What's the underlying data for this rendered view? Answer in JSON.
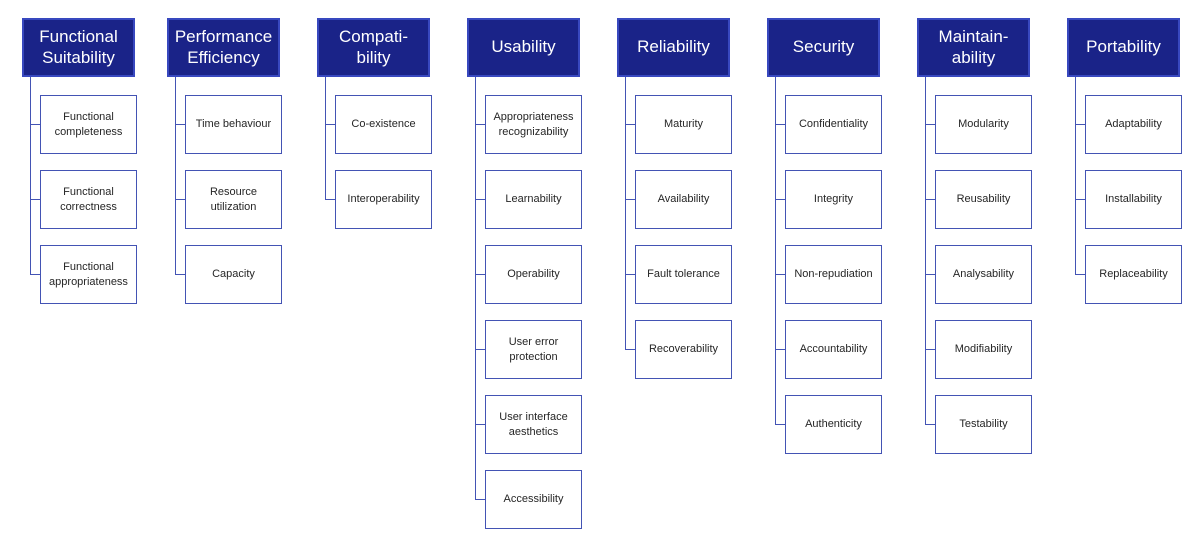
{
  "diagram": {
    "colors": {
      "header_bg": "#1a2388",
      "header_border": "#3848bf",
      "box_border": "#4353b4",
      "connector": "#4353b4",
      "header_text": "#ffffff",
      "box_text": "#262626",
      "background": "#ffffff"
    },
    "columns": [
      {
        "title": "Functional\nSuitability",
        "items": [
          "Functional completeness",
          "Functional correctness",
          "Functional appropriateness"
        ]
      },
      {
        "title": "Performance\nEfficiency",
        "items": [
          "Time behaviour",
          "Resource utilization",
          "Capacity"
        ]
      },
      {
        "title": "Compati-\nbility",
        "items": [
          "Co-existence",
          "Interoperability"
        ]
      },
      {
        "title": "Usability",
        "items": [
          "Appropriateness recognizability",
          "Learnability",
          "Operability",
          "User error protection",
          "User interface aesthetics",
          "Accessibility"
        ]
      },
      {
        "title": "Reliability",
        "items": [
          "Maturity",
          "Availability",
          "Fault tolerance",
          "Recoverability"
        ]
      },
      {
        "title": "Security",
        "items": [
          "Confidentiality",
          "Integrity",
          "Non-repudiation",
          "Accountability",
          "Authenticity"
        ]
      },
      {
        "title": "Maintain-\nability",
        "items": [
          "Modularity",
          "Reusability",
          "Analysability",
          "Modifiability",
          "Testability"
        ]
      },
      {
        "title": "Portability",
        "items": [
          "Adaptability",
          "Installability",
          "Replaceability"
        ]
      }
    ]
  }
}
